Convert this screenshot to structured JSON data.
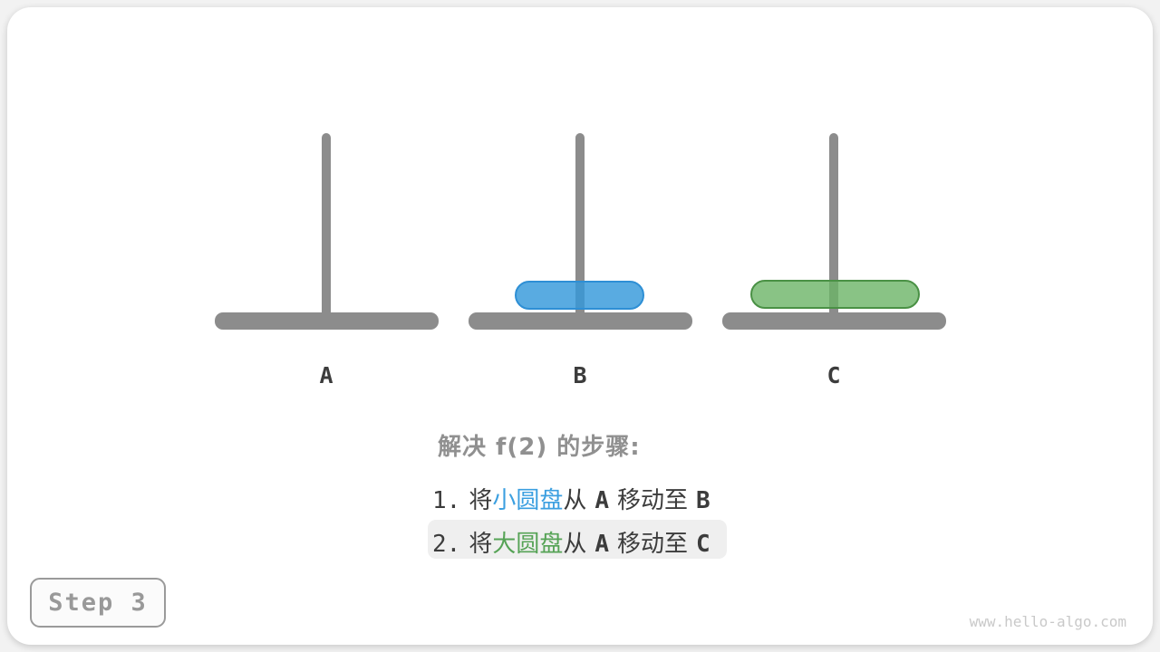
{
  "scene": {
    "peg_color": "#8C8C8C",
    "pegs": [
      {
        "label": "A",
        "disks": []
      },
      {
        "label": "B",
        "disks": [
          {
            "name": "小圆盘",
            "size": "small",
            "fill": "#3498DB",
            "border": "#2E8FD5"
          }
        ]
      },
      {
        "label": "C",
        "disks": [
          {
            "name": "大圆盘",
            "size": "large",
            "fill": "#6CB467",
            "border": "#4A9145"
          }
        ]
      }
    ]
  },
  "explanation": {
    "title": "解决 f(2) 的步骤:",
    "title_color": "#909090",
    "accent_blue": "#3B9FE0",
    "accent_green": "#56A356",
    "highlight_bg": "#EFEFEF",
    "steps": [
      {
        "highlighted": false,
        "segments": [
          {
            "text": "1.",
            "style": "num"
          },
          {
            "text": "将",
            "style": "plain"
          },
          {
            "text": "小圆盘",
            "style": "blue"
          },
          {
            "text": "从",
            "style": "plain"
          },
          {
            "text": "A",
            "style": "letter"
          },
          {
            "text": "移动至",
            "style": "plain"
          },
          {
            "text": "B",
            "style": "letter"
          }
        ]
      },
      {
        "highlighted": true,
        "segments": [
          {
            "text": "2.",
            "style": "num"
          },
          {
            "text": "将",
            "style": "plain"
          },
          {
            "text": "大圆盘",
            "style": "green"
          },
          {
            "text": "从",
            "style": "plain"
          },
          {
            "text": "A",
            "style": "letter"
          },
          {
            "text": "移动至",
            "style": "plain"
          },
          {
            "text": "C",
            "style": "letter"
          }
        ]
      }
    ]
  },
  "footer": {
    "step_badge": "Step 3",
    "watermark": "www.hello-algo.com"
  }
}
